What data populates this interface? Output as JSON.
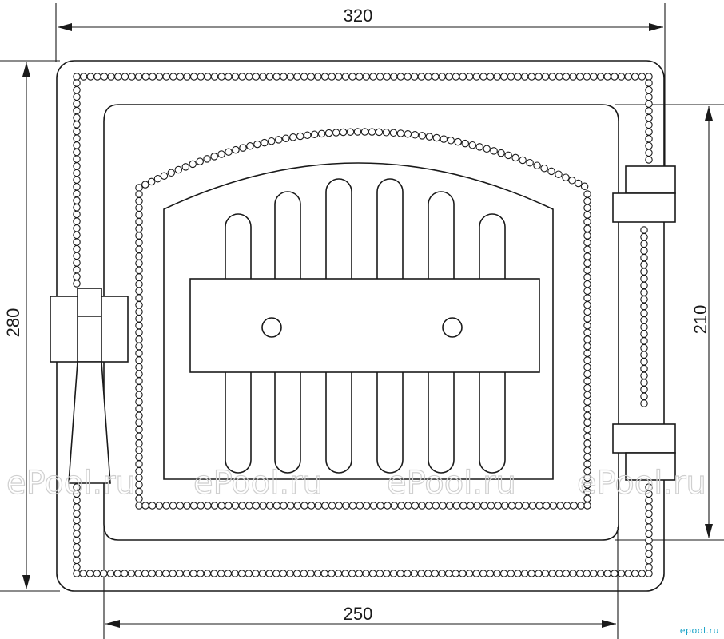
{
  "dimensions": {
    "top_width": "320",
    "bottom_width": "250",
    "left_height": "280",
    "right_height": "210"
  },
  "watermark": {
    "text": "ePool.ru",
    "repeat": 4
  },
  "site_tag": "epool.ru",
  "colors": {
    "line": "#1a1a1a",
    "watermark": "#cfcfcf",
    "site_tag": "#19a3c8"
  }
}
